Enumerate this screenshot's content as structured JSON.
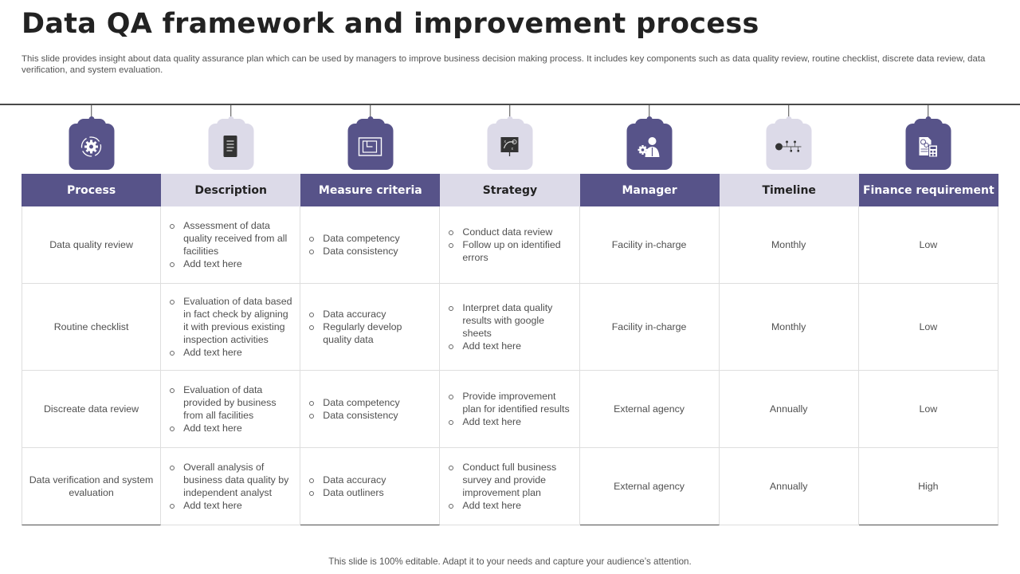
{
  "slide": {
    "title": "Data QA framework and improvement process",
    "subtitle": "This slide provides insight about data quality assurance plan which can be used by managers to improve business decision making process. It includes key components such as data quality review, routine checklist, discrete data review, data verification, and system evaluation.",
    "footer": "This slide is 100% editable. Adapt it to your needs and capture your audience’s attention."
  },
  "colors": {
    "accent_dark": "#575389",
    "accent_light": "#dcdae8",
    "title": "#222222",
    "body_text": "#505050"
  },
  "columns": [
    {
      "label": "Process",
      "icon": "gear-cycle-icon",
      "style": "dark"
    },
    {
      "label": "Description",
      "icon": "document-scroll-icon",
      "style": "light"
    },
    {
      "label": "Measure criteria",
      "icon": "blueprint-icon",
      "style": "dark"
    },
    {
      "label": "Strategy",
      "icon": "strategy-board-icon",
      "style": "light"
    },
    {
      "label": "Manager",
      "icon": "manager-gear-icon",
      "style": "dark"
    },
    {
      "label": "Timeline",
      "icon": "timeline-icon",
      "style": "light"
    },
    {
      "label": "Finance requirement",
      "icon": "finance-calculator-icon",
      "style": "dark"
    }
  ],
  "rows": [
    {
      "process": "Data quality review",
      "description": [
        "Assessment of data quality received  from all facilities",
        "Add text here"
      ],
      "measure": [
        "Data competency",
        "Data consistency"
      ],
      "strategy": [
        "Conduct data review",
        "Follow up on identified  errors"
      ],
      "manager": "Facility in-charge",
      "timeline": "Monthly",
      "finance": "Low"
    },
    {
      "process": "Routine checklist",
      "description": [
        "Evaluation of data based in fact check by aligning it with previous  existing inspection activities",
        "Add text here"
      ],
      "measure": [
        "Data accuracy",
        "Regularly develop quality data"
      ],
      "strategy": [
        "Interpret data quality results with google sheets",
        "Add text here"
      ],
      "manager": "Facility in-charge",
      "timeline": "Monthly",
      "finance": "Low"
    },
    {
      "process": "Discreate data review",
      "description": [
        "Evaluation of data provided  by business from all facilities",
        "Add text here"
      ],
      "measure": [
        "Data competency",
        "Data consistency"
      ],
      "strategy": [
        "Provide improvement plan for identified results",
        "Add text here"
      ],
      "manager": "External agency",
      "timeline": "Annually",
      "finance": "Low"
    },
    {
      "process": "Data verification  and system evaluation",
      "description": [
        "Overall  analysis of business data quality by independent analyst",
        "Add text here"
      ],
      "measure": [
        "Data accuracy",
        "Data outliners"
      ],
      "strategy": [
        "Conduct full business survey and provide improvement  plan",
        "Add text here"
      ],
      "manager": "External agency",
      "timeline": "Annually",
      "finance": "High"
    }
  ]
}
